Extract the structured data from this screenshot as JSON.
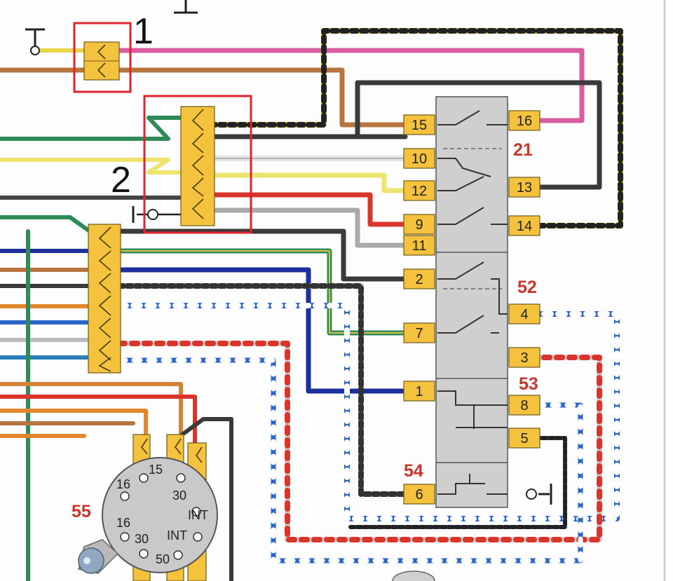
{
  "callouts": {
    "first": "1",
    "second": "2"
  },
  "switch_blocks": [
    {
      "number": "21"
    },
    {
      "number": "52"
    },
    {
      "number": "53"
    },
    {
      "number": "54"
    }
  ],
  "ignition_switch": {
    "label": "55",
    "terminals": [
      "15",
      "16",
      "30",
      "INT",
      "16",
      "INT",
      "30",
      "50"
    ]
  },
  "left_pins": [
    "15",
    "10",
    "12",
    "9",
    "11",
    "2",
    "7",
    "1",
    "6"
  ],
  "right_pins": [
    "16",
    "13",
    "14",
    "4",
    "3",
    "8",
    "5"
  ],
  "colors": {
    "pin": "#f4c23c",
    "switch_body": "#cfcfcf",
    "highlight": "#e0242b",
    "label_red": "#c8372e"
  }
}
